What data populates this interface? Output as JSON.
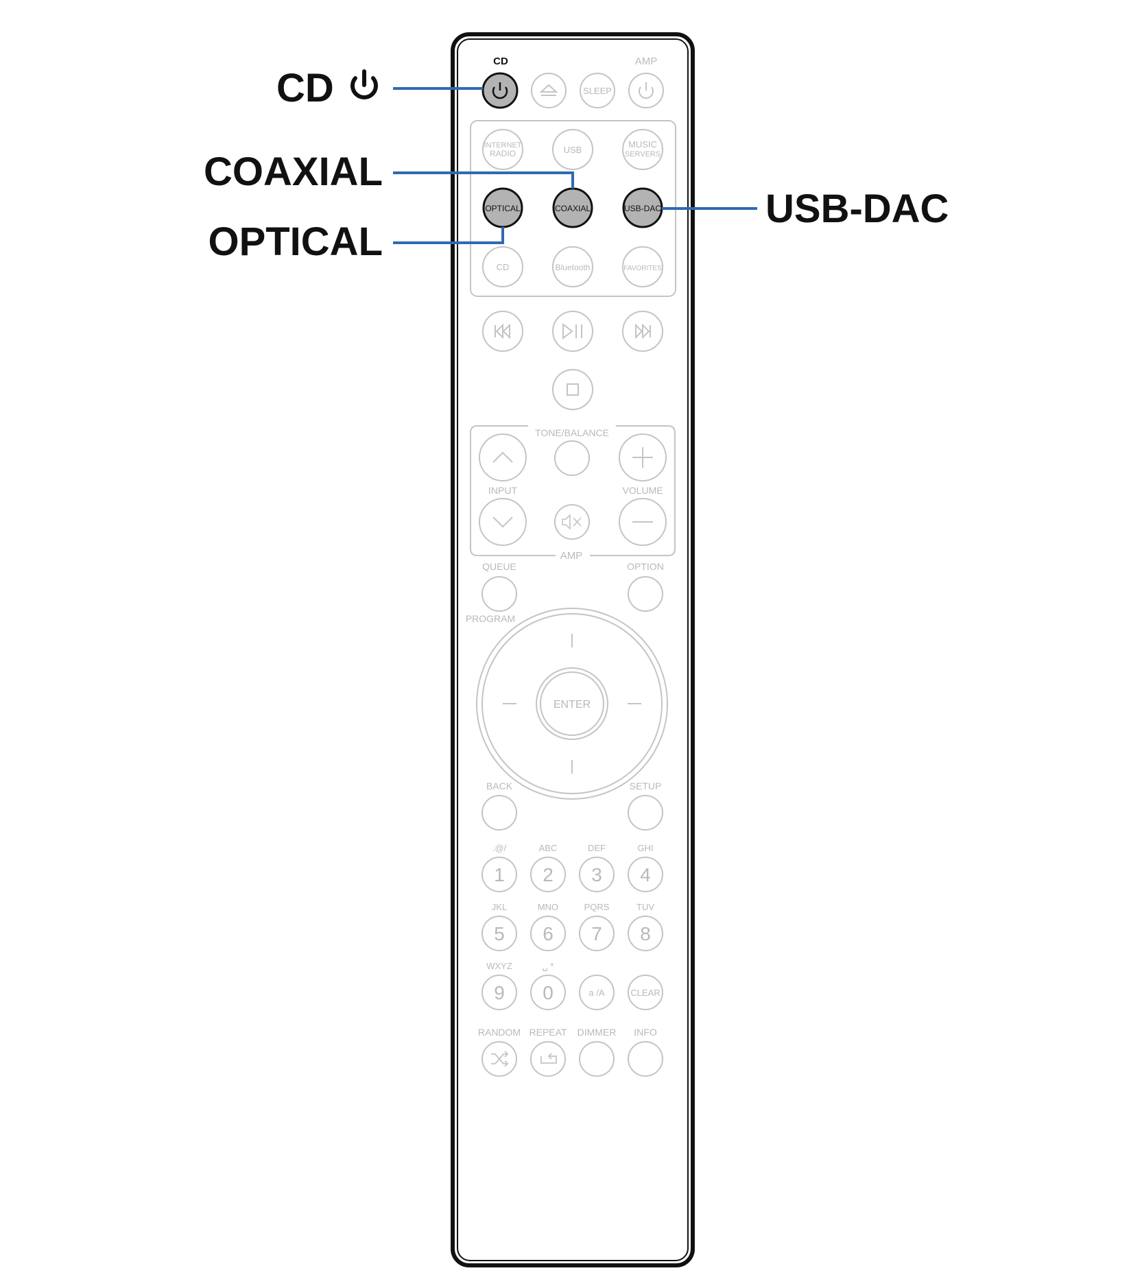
{
  "callouts": {
    "cd_power": "CD",
    "coaxial": "COAXIAL",
    "optical": "OPTICAL",
    "usb_dac": "USB-DAC"
  },
  "remote": {
    "top_labels": {
      "cd": "CD",
      "amp": "AMP"
    },
    "top_buttons": {
      "sleep": "SLEEP"
    },
    "source_buttons": {
      "internet_radio_1": "INTERNET",
      "internet_radio_2": "RADIO",
      "usb": "USB",
      "music_servers_1": "MUSIC",
      "music_servers_2": "SERVERS",
      "optical": "OPTICAL",
      "coaxial": "COAXIAL",
      "usb_dac": "USB-DAC",
      "cd": "CD",
      "bluetooth": "Bluetooth",
      "favorites": "FAVORITES"
    },
    "amp_section": {
      "tone_balance": "TONE/BALANCE",
      "input": "INPUT",
      "volume": "VOLUME",
      "amp": "AMP"
    },
    "nav": {
      "queue": "QUEUE",
      "option": "OPTION",
      "program": "PROGRAM",
      "enter": "ENTER",
      "back": "BACK",
      "setup": "SETUP"
    },
    "keypad": [
      {
        "letters": ".@/",
        "digit": "1"
      },
      {
        "letters": "ABC",
        "digit": "2"
      },
      {
        "letters": "DEF",
        "digit": "3"
      },
      {
        "letters": "GHI",
        "digit": "4"
      },
      {
        "letters": "JKL",
        "digit": "5"
      },
      {
        "letters": "MNO",
        "digit": "6"
      },
      {
        "letters": "PQRS",
        "digit": "7"
      },
      {
        "letters": "TUV",
        "digit": "8"
      },
      {
        "letters": "WXYZ",
        "digit": "9"
      },
      {
        "letters": "␣ *",
        "digit": "0"
      },
      {
        "letters": "",
        "digit": "a /A"
      },
      {
        "letters": "",
        "digit": "CLEAR"
      }
    ],
    "bottom_row": {
      "random": "RANDOM",
      "repeat": "REPEAT",
      "dimmer": "DIMMER",
      "info": "INFO"
    }
  },
  "colors": {
    "leader_line": "#2e6bb0",
    "highlight_fill": "#b3b3b3",
    "faded": "#c4c4c4",
    "faded_text": "#b9b9b9",
    "outline": "#111111"
  }
}
